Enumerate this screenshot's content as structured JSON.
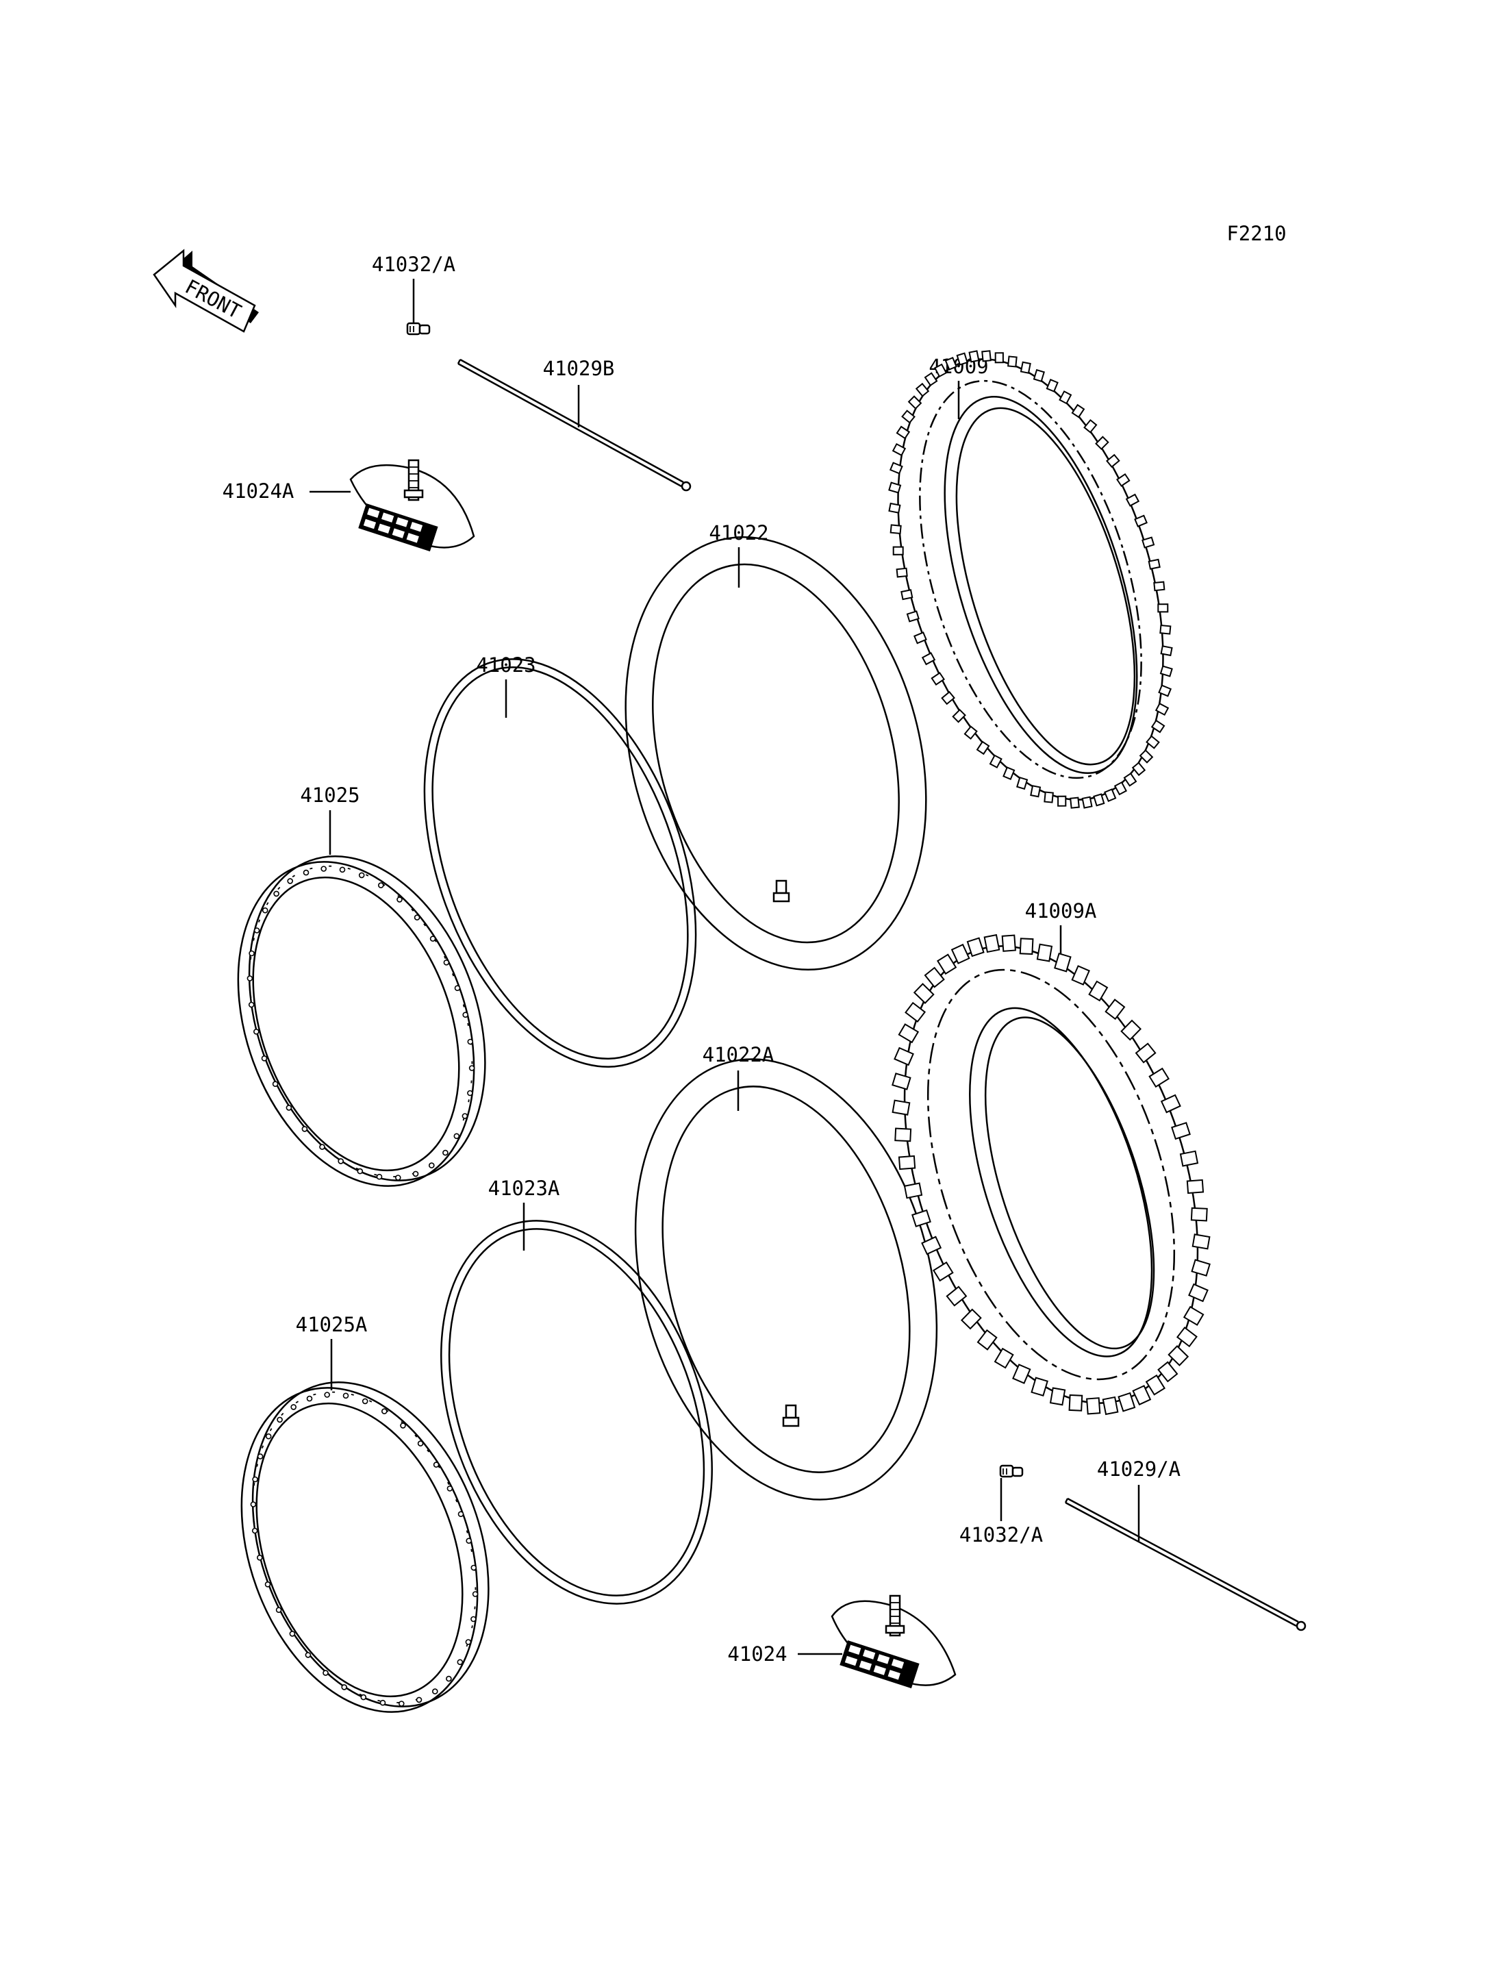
{
  "figure_code": "F2210",
  "front_arrow": {
    "label": "FRONT",
    "icon": "front-direction-arrow-icon"
  },
  "callouts": {
    "valve_core_top": "41032/A",
    "spoke_top": "41029B",
    "rim_lock_top": "41024A",
    "tire_front": "41009",
    "tube_front": "41022",
    "rim_band_front": "41023",
    "rim_front": "41025",
    "tire_rear": "41009A",
    "tube_rear": "41022A",
    "rim_band_rear": "41023A",
    "rim_rear": "41025A",
    "spoke_bottom": "41029/A",
    "valve_core_bottom": "41032/A",
    "rim_lock_bottom": "41024"
  }
}
